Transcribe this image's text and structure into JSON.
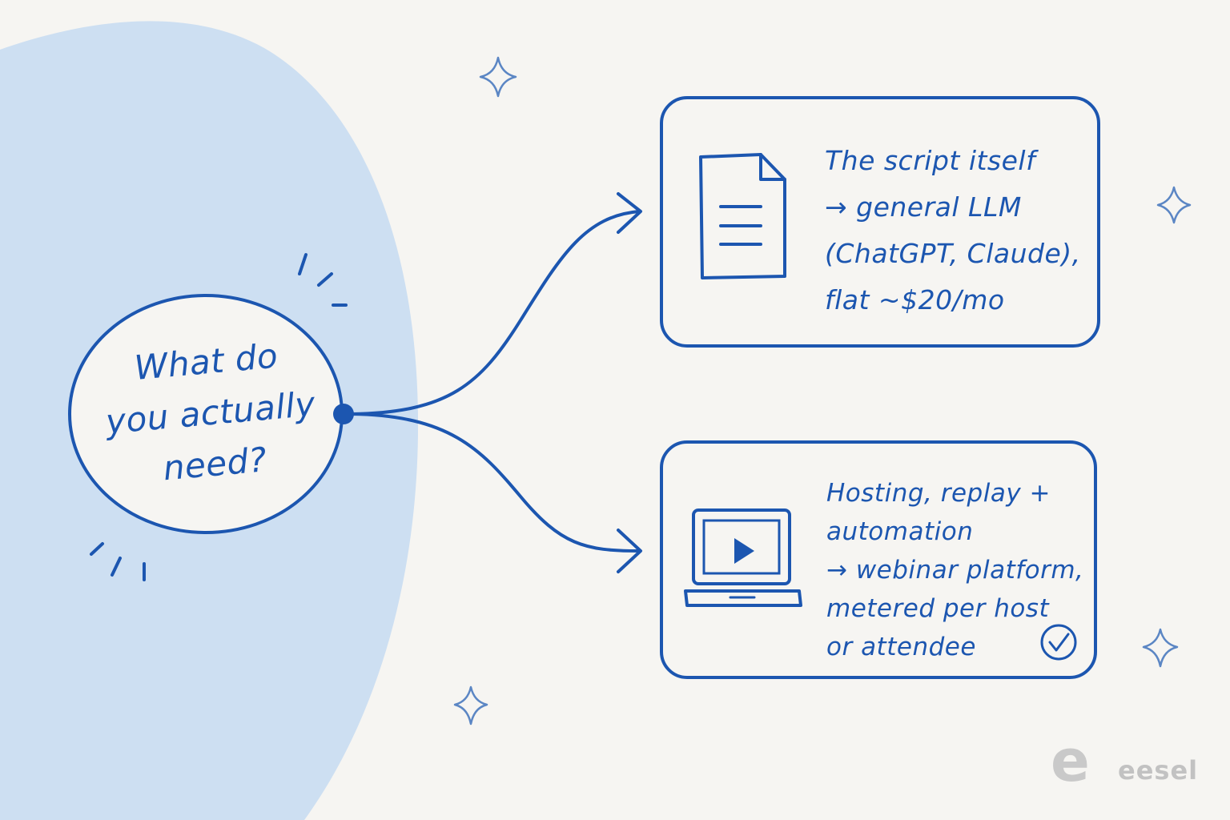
{
  "diagram": {
    "question_lines": [
      "What do",
      "you actually",
      "need?"
    ],
    "options": [
      {
        "icon": "document-icon",
        "lines": [
          "The script itself",
          "→ general LLM",
          "(ChatGPT, Claude),",
          "flat ~$20/mo"
        ]
      },
      {
        "icon": "laptop-play-icon",
        "lines": [
          "Hosting, replay +",
          "automation",
          "→ webinar platform,",
          "metered per host",
          "or attendee"
        ],
        "badge": "checkmark-icon"
      }
    ],
    "decorations": [
      "sparkle-icon",
      "burst-lines"
    ]
  },
  "brand": {
    "mark": "e",
    "name": "eesel"
  },
  "colors": {
    "background": "#f6f5f2",
    "blob": "#cddff2",
    "ink": "#1c56b0",
    "sparkle": "#5b86c4",
    "brand": "#c4c4c4"
  }
}
